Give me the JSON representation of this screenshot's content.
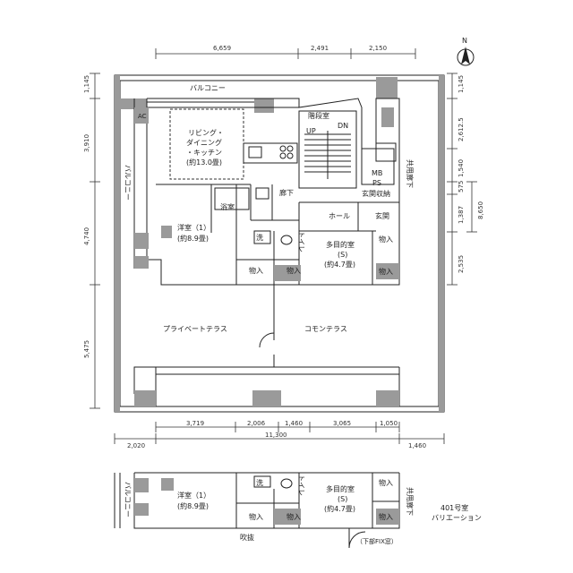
{
  "compass": {
    "north": "N"
  },
  "dims": {
    "top": [
      "6,659",
      "2,491",
      "2,150"
    ],
    "bottom_row1": [
      "3,719",
      "2,006",
      "1,460",
      "3,065",
      "1,050"
    ],
    "bottom_row2": [
      "2,020",
      "11,300",
      "1,460"
    ],
    "left": [
      "1,145",
      "3,910",
      "4,740",
      "5,475"
    ],
    "right": [
      "1,145",
      "2,612.5",
      "1,540",
      "575",
      "1,387",
      "2,535",
      "8,650"
    ]
  },
  "rooms": {
    "balcony_top": "バルコニー",
    "balcony_left": "バルコニー",
    "living_line1": "リビング・",
    "living_line2": "ダイニング",
    "living_line3": "・キッチン",
    "living_size": "(約13.0畳)",
    "stairs": "階段室",
    "dn": "DN",
    "up": "UP",
    "mb": "MB",
    "ps": "PS",
    "corridor_shared": "共用廊下",
    "hall_corridor": "廊下",
    "bath": "浴室",
    "genkan_storage": "玄関収納",
    "hall": "ホール",
    "genkan": "玄関",
    "western1": "洋室（1）",
    "western1_size": "(約8.9畳)",
    "wash": "洗",
    "toilet": "トイレ",
    "multi": "多目的室",
    "multi_s": "(S)",
    "multi_size": "(約4.7畳)",
    "storage": "物入",
    "private_terrace": "プライベートテラス",
    "common_terrace": "コモンテラス",
    "ac": "AC"
  },
  "variation": {
    "balcony": "バルコニー",
    "western1": "洋室（1）",
    "western1_size": "(約8.9畳)",
    "wash": "洗",
    "toilet": "トイレ",
    "multi": "多目的室",
    "multi_s": "(S)",
    "multi_size": "(約4.7畳)",
    "storage": "物入",
    "fukinuke": "吹抜",
    "corridor": "共用廊下",
    "caption_line1": "401号室",
    "caption_line2": "バリエーション",
    "window_note": "（下部FIX窓）"
  }
}
